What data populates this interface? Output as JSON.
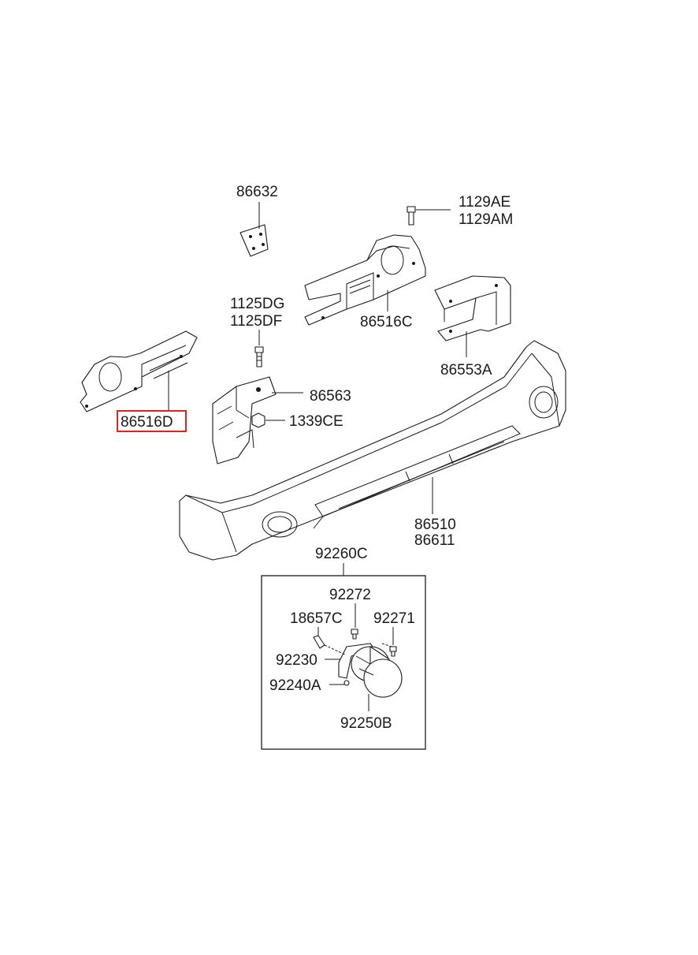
{
  "labels": {
    "p86632": "86632",
    "p1129AE": "1129AE",
    "p1129AM": "1129AM",
    "p1125DG": "1125DG",
    "p1125DF": "1125DF",
    "p86516C": "86516C",
    "p86553A": "86553A",
    "p86563": "86563",
    "p1339CE": "1339CE",
    "p86516D": "86516D",
    "p86510": "86510",
    "p86611": "86611",
    "p92260C": "92260C",
    "p92272": "92272",
    "p18657C": "18657C",
    "p92271": "92271",
    "p92230": "92230",
    "p92240A": "92240A",
    "p92250B": "92250B"
  },
  "highlighted_part": "86516D",
  "colors": {
    "line": "#1a1a1a",
    "highlight": "#e0241b",
    "background": "#ffffff"
  }
}
